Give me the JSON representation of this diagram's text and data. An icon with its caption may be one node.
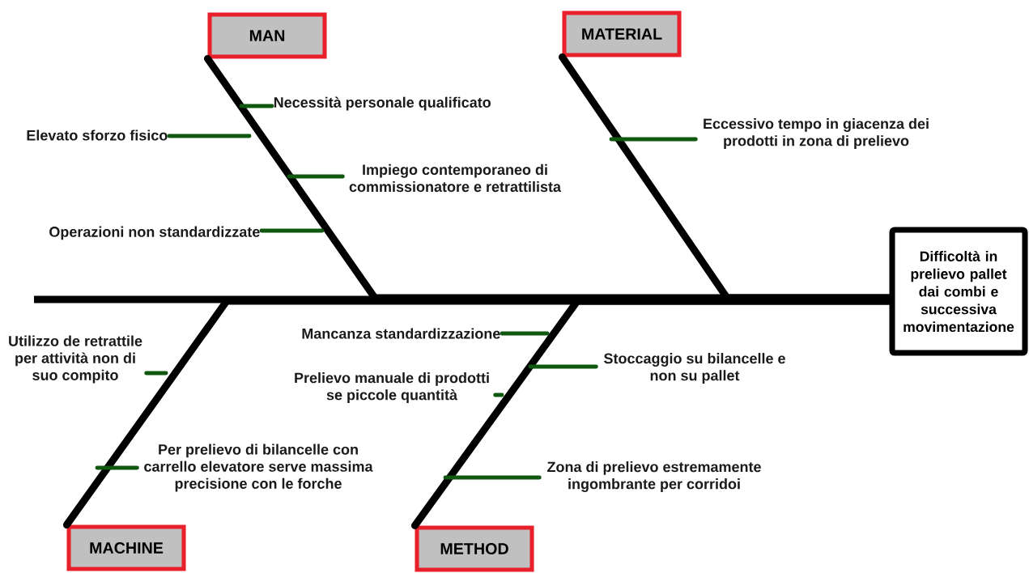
{
  "diagram": {
    "nodes": [
      {
        "text": [
          "MAN"
        ]
      },
      {
        "text": [
          "MATERIAL"
        ]
      },
      {
        "text": [
          "Necessità personale qualificato"
        ]
      },
      {
        "text": [
          "Elevato sforzo fisico"
        ]
      },
      {
        "text": [
          "Eccessivo tempo in giacenza dei prodotti in zona di prelievo"
        ]
      },
      {
        "text": [
          "Impiego contemporaneo di commissionatore e retrattilista"
        ]
      },
      {
        "text": [
          "Operazioni non standardizzate"
        ]
      },
      {
        "text": [
          "Difficoltà in prelievo pallet dai combi e successiva movimentazione"
        ]
      },
      {
        "text": [
          "Mancanza standardizzazione"
        ]
      },
      {
        "text": [
          "Utilizzo de retrattile per attività non di suo compito"
        ]
      },
      {
        "text": [
          "Stoccaggio su bilancelle e non su pallet"
        ]
      },
      {
        "text": [
          "Prelievo manuale di prodotti se piccole quantità"
        ]
      },
      {
        "text": [
          "Per prelievo di bilancelle con carrello elevatore serve massima precisione con le forche"
        ]
      },
      {
        "text": [
          "Zona di prelievo estremamente ingombrante per corridoi"
        ]
      },
      {
        "text": [
          "MACHINE"
        ]
      },
      {
        "text": [
          "METHOD"
        ]
      }
    ],
    "edges": [
      {
        "from": 0,
        "to": 7,
        "arrow": "none",
        "style": "thick",
        "color": "#000000"
      },
      {
        "from": 1,
        "to": 7,
        "arrow": "none",
        "style": "thick",
        "color": "#000000"
      },
      {
        "from": 14,
        "to": 7,
        "arrow": "none",
        "style": "thick",
        "color": "#000000"
      },
      {
        "from": 15,
        "to": 7,
        "arrow": "none",
        "style": "thick",
        "color": "#000000"
      },
      {
        "from": 2,
        "to": null,
        "arrow": "none"
      },
      {
        "from": 3,
        "to": null,
        "arrow": "none"
      },
      {
        "from": 4,
        "to": null,
        "arrow": "none"
      },
      {
        "from": 5,
        "to": null,
        "arrow": "none"
      },
      {
        "from": 6,
        "to": null,
        "arrow": "none"
      },
      {
        "from": 8,
        "to": null,
        "arrow": "none"
      },
      {
        "from": 9,
        "to": null,
        "arrow": "none"
      },
      {
        "from": 10,
        "to": null,
        "arrow": "none"
      },
      {
        "from": 11,
        "to": null,
        "arrow": "none"
      },
      {
        "from": 12,
        "to": null,
        "arrow": "none"
      },
      {
        "from": 13,
        "to": null,
        "arrow": "none"
      }
    ]
  }
}
